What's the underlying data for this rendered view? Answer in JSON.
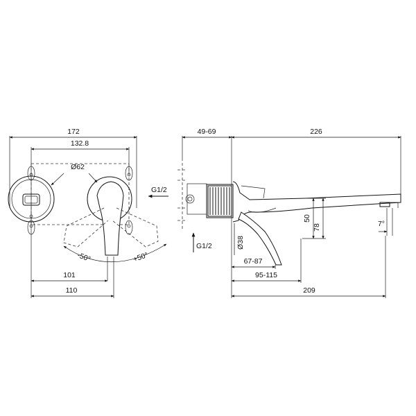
{
  "drawing": {
    "dimensions": {
      "overall_width": "172",
      "mount_spacing": "132.8",
      "rosette_diameter": "Ø62",
      "handle_to_center": "101",
      "handle_to_edge": "110",
      "wall_depth": "49-69",
      "spout_length": "226",
      "outlet_height": "50",
      "handle_height": "78",
      "inlet_diameter": "Ø38",
      "handle_projection": "67-87",
      "body_projection": "95-115",
      "outlet_projection": "209",
      "outlet_angle": "7°"
    },
    "rotation": {
      "left": "-50°",
      "right": "+50°"
    },
    "inlets": {
      "front_view": "G1/2",
      "side_view": "G1/2"
    }
  }
}
